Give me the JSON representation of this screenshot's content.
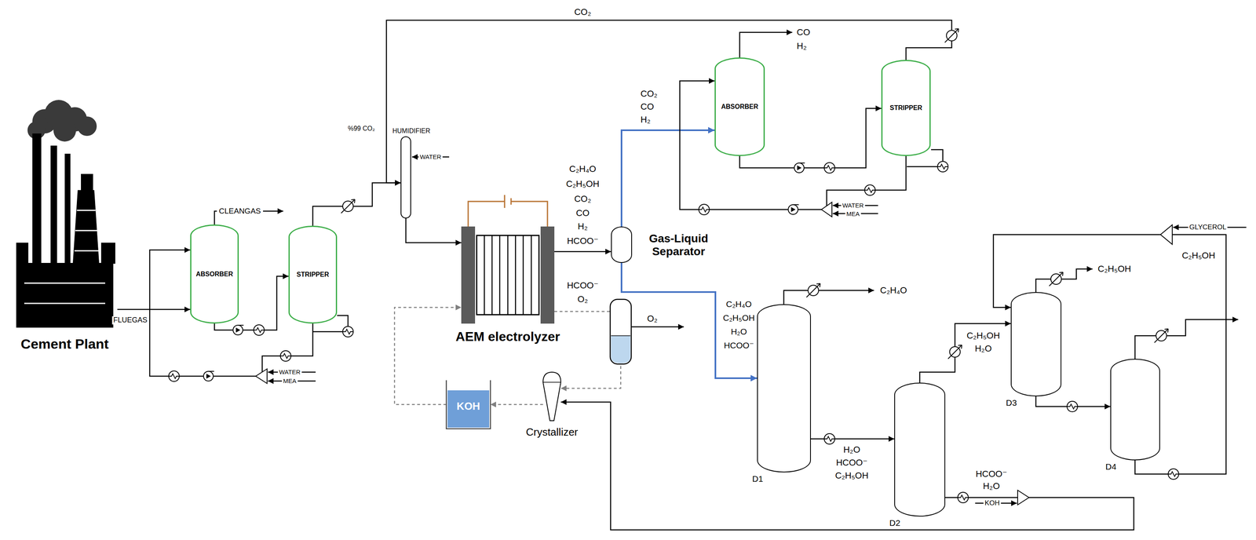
{
  "diagram": {
    "nodes": [
      {
        "text": [
          "Cement Plant"
        ]
      },
      {
        "text": [
          "ABSORBER"
        ]
      },
      {
        "text": [
          "STRIPPER"
        ]
      },
      {
        "text": [
          "HUMIDIFIER"
        ]
      },
      {
        "text": [
          "AEM electrolyzer"
        ]
      },
      {
        "text": [
          "Gas-Liquid Separator"
        ]
      },
      {
        "text": [
          "ABSORBER"
        ]
      },
      {
        "text": [
          "STRIPPER"
        ]
      },
      {
        "text": [
          "KOH"
        ]
      },
      {
        "text": [
          "Crystallizer"
        ]
      },
      {
        "text": [
          "D1"
        ]
      },
      {
        "text": [
          "D2"
        ]
      },
      {
        "text": [
          "D3"
        ]
      },
      {
        "text": [
          "D4"
        ]
      }
    ],
    "edges": [
      {
        "from": 0,
        "to": 1,
        "arrow": "to",
        "label": "FLUEGAS"
      },
      {
        "from": 1,
        "to": 2,
        "arrow": "to"
      },
      {
        "from": 2,
        "to": 1,
        "arrow": "to"
      },
      {
        "from": 2,
        "to": 3,
        "arrow": "to"
      },
      {
        "from": 7,
        "to": 3,
        "arrow": "to",
        "label": "CO₂"
      },
      {
        "from": 3,
        "to": 4,
        "arrow": "to"
      },
      {
        "from": 4,
        "to": 5,
        "arrow": "to"
      },
      {
        "from": 5,
        "to": 6,
        "arrow": "to"
      },
      {
        "from": 6,
        "to": 7,
        "arrow": "to"
      },
      {
        "from": 7,
        "to": 6,
        "arrow": "to"
      },
      {
        "from": 5,
        "to": 10,
        "arrow": "to"
      },
      {
        "from": 10,
        "to": 11,
        "arrow": "to"
      },
      {
        "from": 11,
        "to": 12,
        "arrow": "to"
      },
      {
        "from": 12,
        "to": 13,
        "arrow": "to"
      },
      {
        "from": 13,
        "to": 12,
        "arrow": "to"
      },
      {
        "from": 11,
        "to": 9,
        "arrow": "to"
      },
      {
        "from": 4,
        "to": 9,
        "arrow": "to"
      },
      {
        "from": 9,
        "to": 8,
        "arrow": "to"
      },
      {
        "from": 8,
        "to": 4,
        "arrow": "to"
      }
    ],
    "labels": [
      "CLEANGAS",
      "WATER",
      "MEA",
      "%99 CO₂",
      "WATER",
      "C₂H₄O",
      "C₂H₅OH",
      "CO₂",
      "CO",
      "H₂",
      "HCOO⁻",
      "CO₂",
      "CO",
      "H₂",
      "CO",
      "H₂",
      "WATER",
      "MEA",
      "HCOO⁻",
      "O₂",
      "O₂",
      "C₂H₄O",
      "C₂H₅OH",
      "H₂O",
      "HCOO⁻",
      "C₂H₄O",
      "H₂O",
      "HCOO⁻",
      "C₂H₅OH",
      "C₂H₅OH",
      "H₂O",
      "C₂H₅OH",
      "GLYCEROL",
      "C₂H₅OH",
      "HCOO⁻",
      "H₂O",
      "KOH"
    ]
  }
}
